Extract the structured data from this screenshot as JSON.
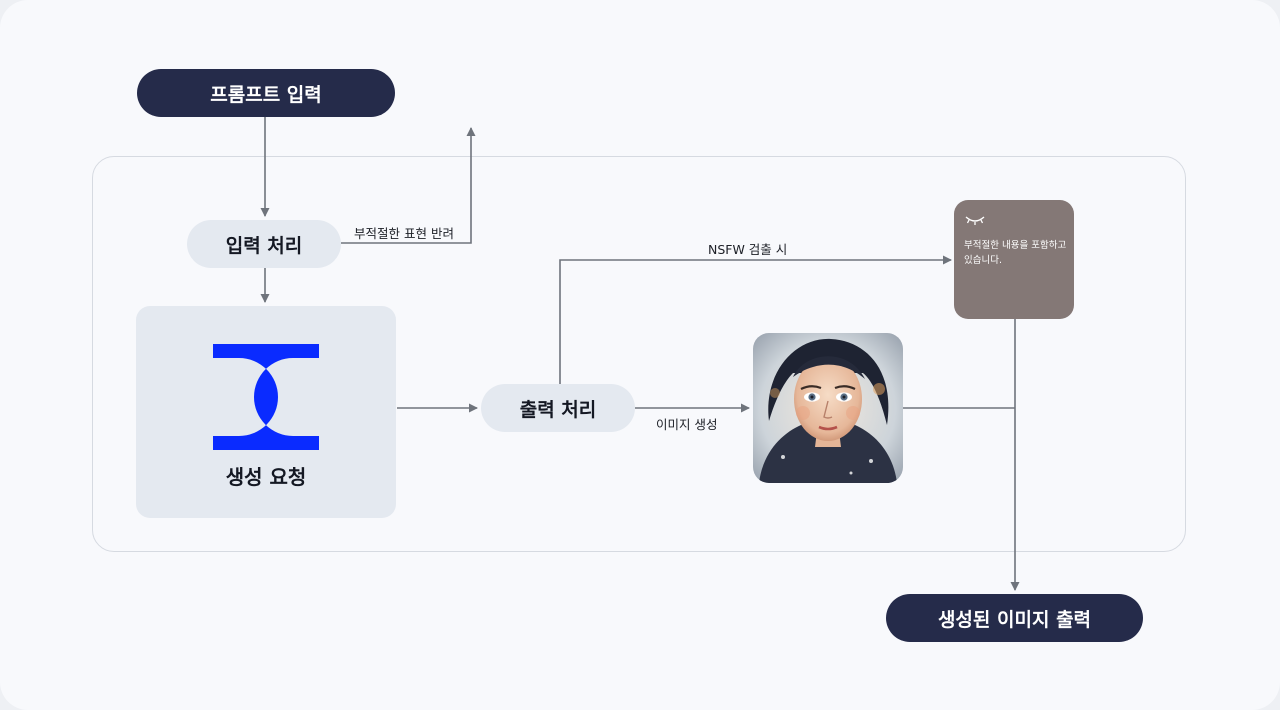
{
  "nodes": {
    "prompt_input": "프롬프트 입력",
    "input_processing": "입력 처리",
    "generation_request": "생성 요청",
    "output_processing": "출력 처리",
    "final_output": "생성된 이미지 출력"
  },
  "edges": {
    "inappropriate_return": "부적절한 표현 반려",
    "nsfw_detected": "NSFW 검출 시",
    "image_generation": "이미지 생성"
  },
  "nsfw_card": {
    "icon": "closed-eye-icon",
    "message": "부적절한 내용을 포함하고 있습니다."
  },
  "colors": {
    "dark_node": "#252b4a",
    "light_node": "#e4e9f0",
    "logo_blue": "#0a2bff",
    "connector": "#6f747c",
    "card_background": "#847876"
  }
}
